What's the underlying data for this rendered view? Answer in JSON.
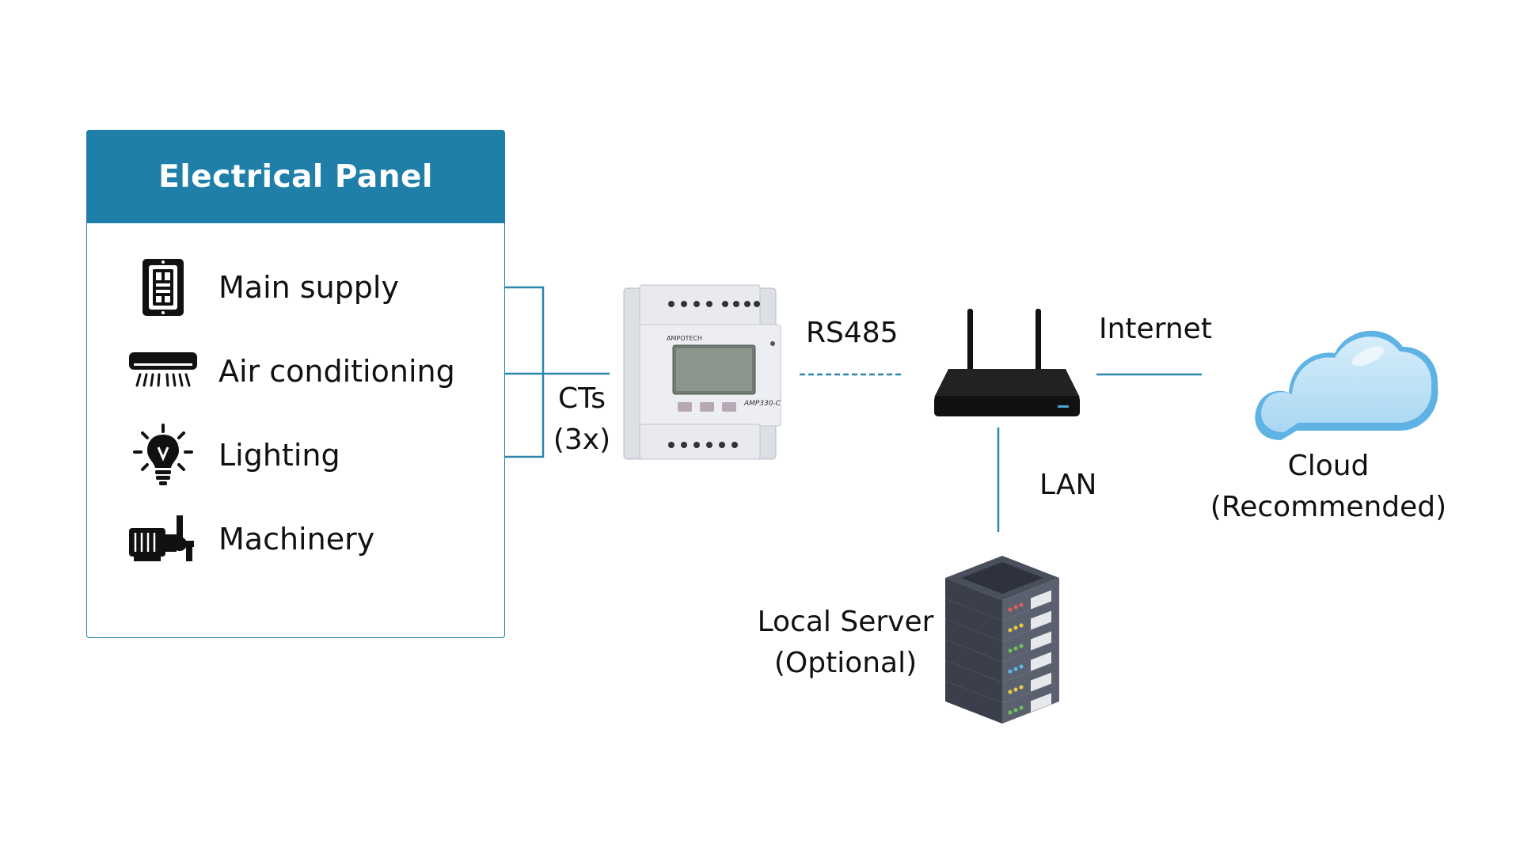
{
  "panel": {
    "title": "Electrical Panel",
    "loads": [
      {
        "label": "Main supply",
        "icon": "breaker-icon"
      },
      {
        "label": "Air conditioning",
        "icon": "air-conditioner-icon"
      },
      {
        "label": "Lighting",
        "icon": "light-bulb-icon"
      },
      {
        "label": "Machinery",
        "icon": "motor-icon"
      }
    ]
  },
  "labels": {
    "cts_line1": "CTs",
    "cts_line2": "(3x)",
    "rs485": "RS485",
    "internet": "Internet",
    "lan": "LAN",
    "cloud_line1": "Cloud",
    "cloud_line2": "(Recommended)",
    "server_line1": "Local Server",
    "server_line2": "(Optional)"
  },
  "meter": {
    "brand": "AMPOTECH",
    "model": "AMP330-C"
  },
  "colors": {
    "accent": "#1f7fa8",
    "line": "#2a86ad"
  }
}
